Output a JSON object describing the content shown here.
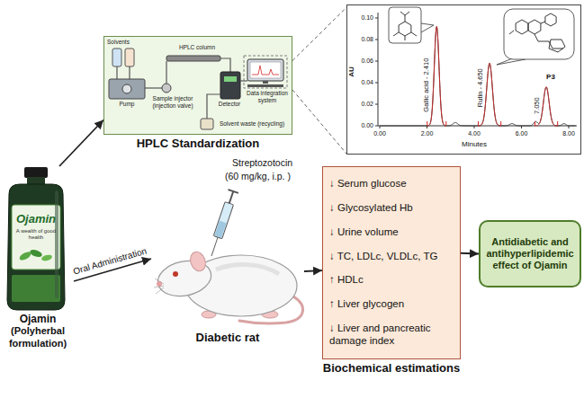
{
  "diagram": {
    "nodes": [
      {
        "text": [
          "Ojamin",
          "(Polyherbal formulation)"
        ]
      },
      {
        "text": [
          "HPLC Standardization"
        ]
      },
      {
        "text": [
          "AU",
          "0.10",
          "0.08",
          "0.06",
          "0.04",
          "0.02",
          "0.00",
          "0.00",
          "2.00",
          "4.00",
          "6.00",
          "8.00",
          "Minutes",
          "Gallic acid - 2.410",
          "Rutin - 4.650",
          "7.050",
          "P3"
        ]
      },
      {
        "text": [
          "Diabetic rat"
        ]
      },
      {
        "text": [
          "↓ Serum glucose",
          "↓ Glycosylated Hb",
          "↓ Urine volume",
          "↓ TC, LDLc, VLDLc, TG",
          "↑ HDLc",
          "↑ Liver glycogen",
          "↓ Liver and pancreatic damage index",
          "Biochemical estimations"
        ]
      },
      {
        "text": [
          "Antidiabetic and antihyperlipidemic effect of Ojamin"
        ]
      }
    ],
    "edges": [
      {
        "from": 0,
        "to": 1,
        "arrow": "to"
      },
      {
        "from": 1,
        "to": 2,
        "arrow": "none"
      },
      {
        "from": 0,
        "to": 3,
        "arrow": "to",
        "label": "Oral Administration"
      },
      {
        "from": 3,
        "to": 4,
        "arrow": "to"
      },
      {
        "from": 4,
        "to": 5,
        "arrow": "to"
      }
    ],
    "labels": [
      "Ojamin",
      "A wealth of good health",
      "Solvents",
      "HPLC column",
      "Pump",
      "Sample injector (injection valve)",
      "Detector",
      "Data integration system",
      "Solvent waste (recycling)",
      "Streptozotocin",
      "(60 mg/kg, i.p. )"
    ]
  }
}
